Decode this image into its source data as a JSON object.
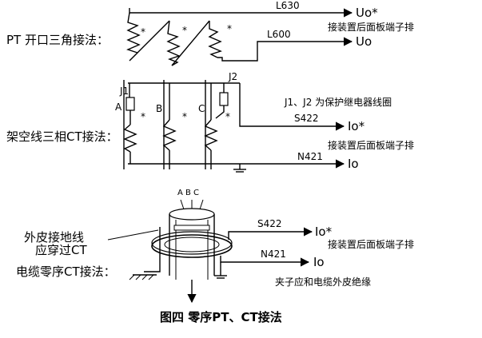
{
  "section1": {
    "title": "PT 开口三角接法：",
    "wire_top": "L630",
    "wire_bottom": "L600",
    "out_top": "Uo*",
    "out_bottom": "Uo",
    "terminal_note": "接装置后面板端子排",
    "polarity_marks": [
      "*",
      "*",
      "*"
    ]
  },
  "section2": {
    "title": "架空线三相CT接法：",
    "relay1": "J1",
    "relay2": "J2",
    "relay_note": "J1、J2 为保护继电器线圈",
    "phase_a": "A",
    "phase_b": "B",
    "phase_c": "C",
    "wire_top": "S422",
    "wire_bottom": "N421",
    "out_top": "Io*",
    "out_bottom": "Io",
    "terminal_note": "接装置后面板端子排",
    "polarity_marks": [
      "*",
      "*",
      "*"
    ]
  },
  "section3": {
    "title": "电缆零序CT接法：",
    "ground_note_line1": "外皮接地线",
    "ground_note_line2": "应穿过CT",
    "phases": "A B C",
    "wire_top": "S422",
    "wire_bottom": "N421",
    "out_top": "Io*",
    "out_bottom": "Io",
    "terminal_note": "接装置后面板端子排",
    "clamp_note": "夹子应和电缆外皮绝缘"
  },
  "caption": "图四    零序PT、CT接法"
}
